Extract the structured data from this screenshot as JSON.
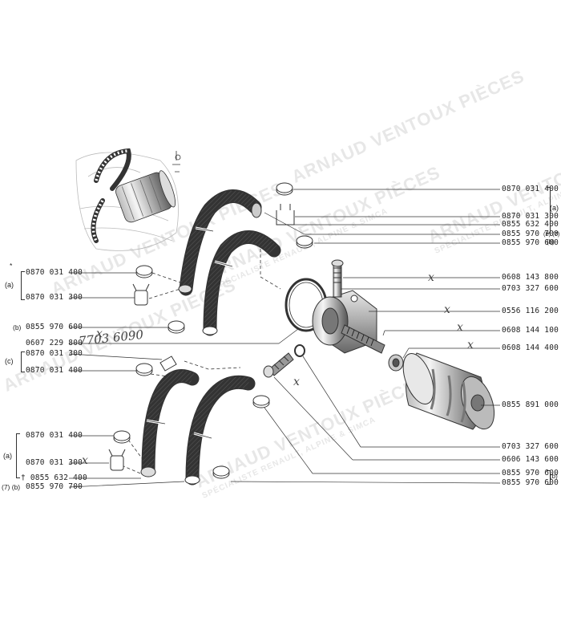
{
  "watermark": {
    "title": "ARNAUD VENTOUX PIÈCES",
    "subtitle": "SPÉCIALISTE RENAULT, ALPINE & SIMCA"
  },
  "handwritten": {
    "note": "7703 6090",
    "ticks": [
      "x",
      "x",
      "x",
      "x",
      "x",
      "x",
      "x",
      "x"
    ]
  },
  "right_labels": [
    {
      "text": "0870 031 400"
    },
    {
      "text": "0870 031 300"
    },
    {
      "text": "0855 632 400 †"
    },
    {
      "text": "0855 970 700"
    },
    {
      "text": "0855 970 600"
    },
    {
      "text": "0608 143 800"
    },
    {
      "text": "0703 327 600"
    },
    {
      "text": "0556 116 200"
    },
    {
      "text": "0608 144 100"
    },
    {
      "text": "0608 144 400"
    },
    {
      "text": "0855 891 000"
    },
    {
      "text": "0703 327 600"
    },
    {
      "text": "0606 143 600"
    },
    {
      "text": "0855 970 600"
    },
    {
      "text": "0855 970 600"
    }
  ],
  "right_tags": {
    "a": "(a)",
    "b7": "(b) (7)",
    "b": "(b)",
    "b_group": "(b)"
  },
  "left_labels": [
    {
      "text": "0870 031 400"
    },
    {
      "text": "0870 031 300"
    },
    {
      "text": "0855 970 600"
    },
    {
      "text": "0607 229 800"
    },
    {
      "text": "0870 031 300"
    },
    {
      "text": "0870 031 400"
    },
    {
      "text": "0870 031 400"
    },
    {
      "text": "0870 031 300"
    },
    {
      "text": "† 0855 632 400"
    },
    {
      "text": "0855 970 700"
    }
  ],
  "left_tags": {
    "a1": "(a)",
    "b1": "(b)",
    "c": "(c)",
    "a2": "(a)",
    "b7": "(7) (b)",
    "star": "*"
  }
}
